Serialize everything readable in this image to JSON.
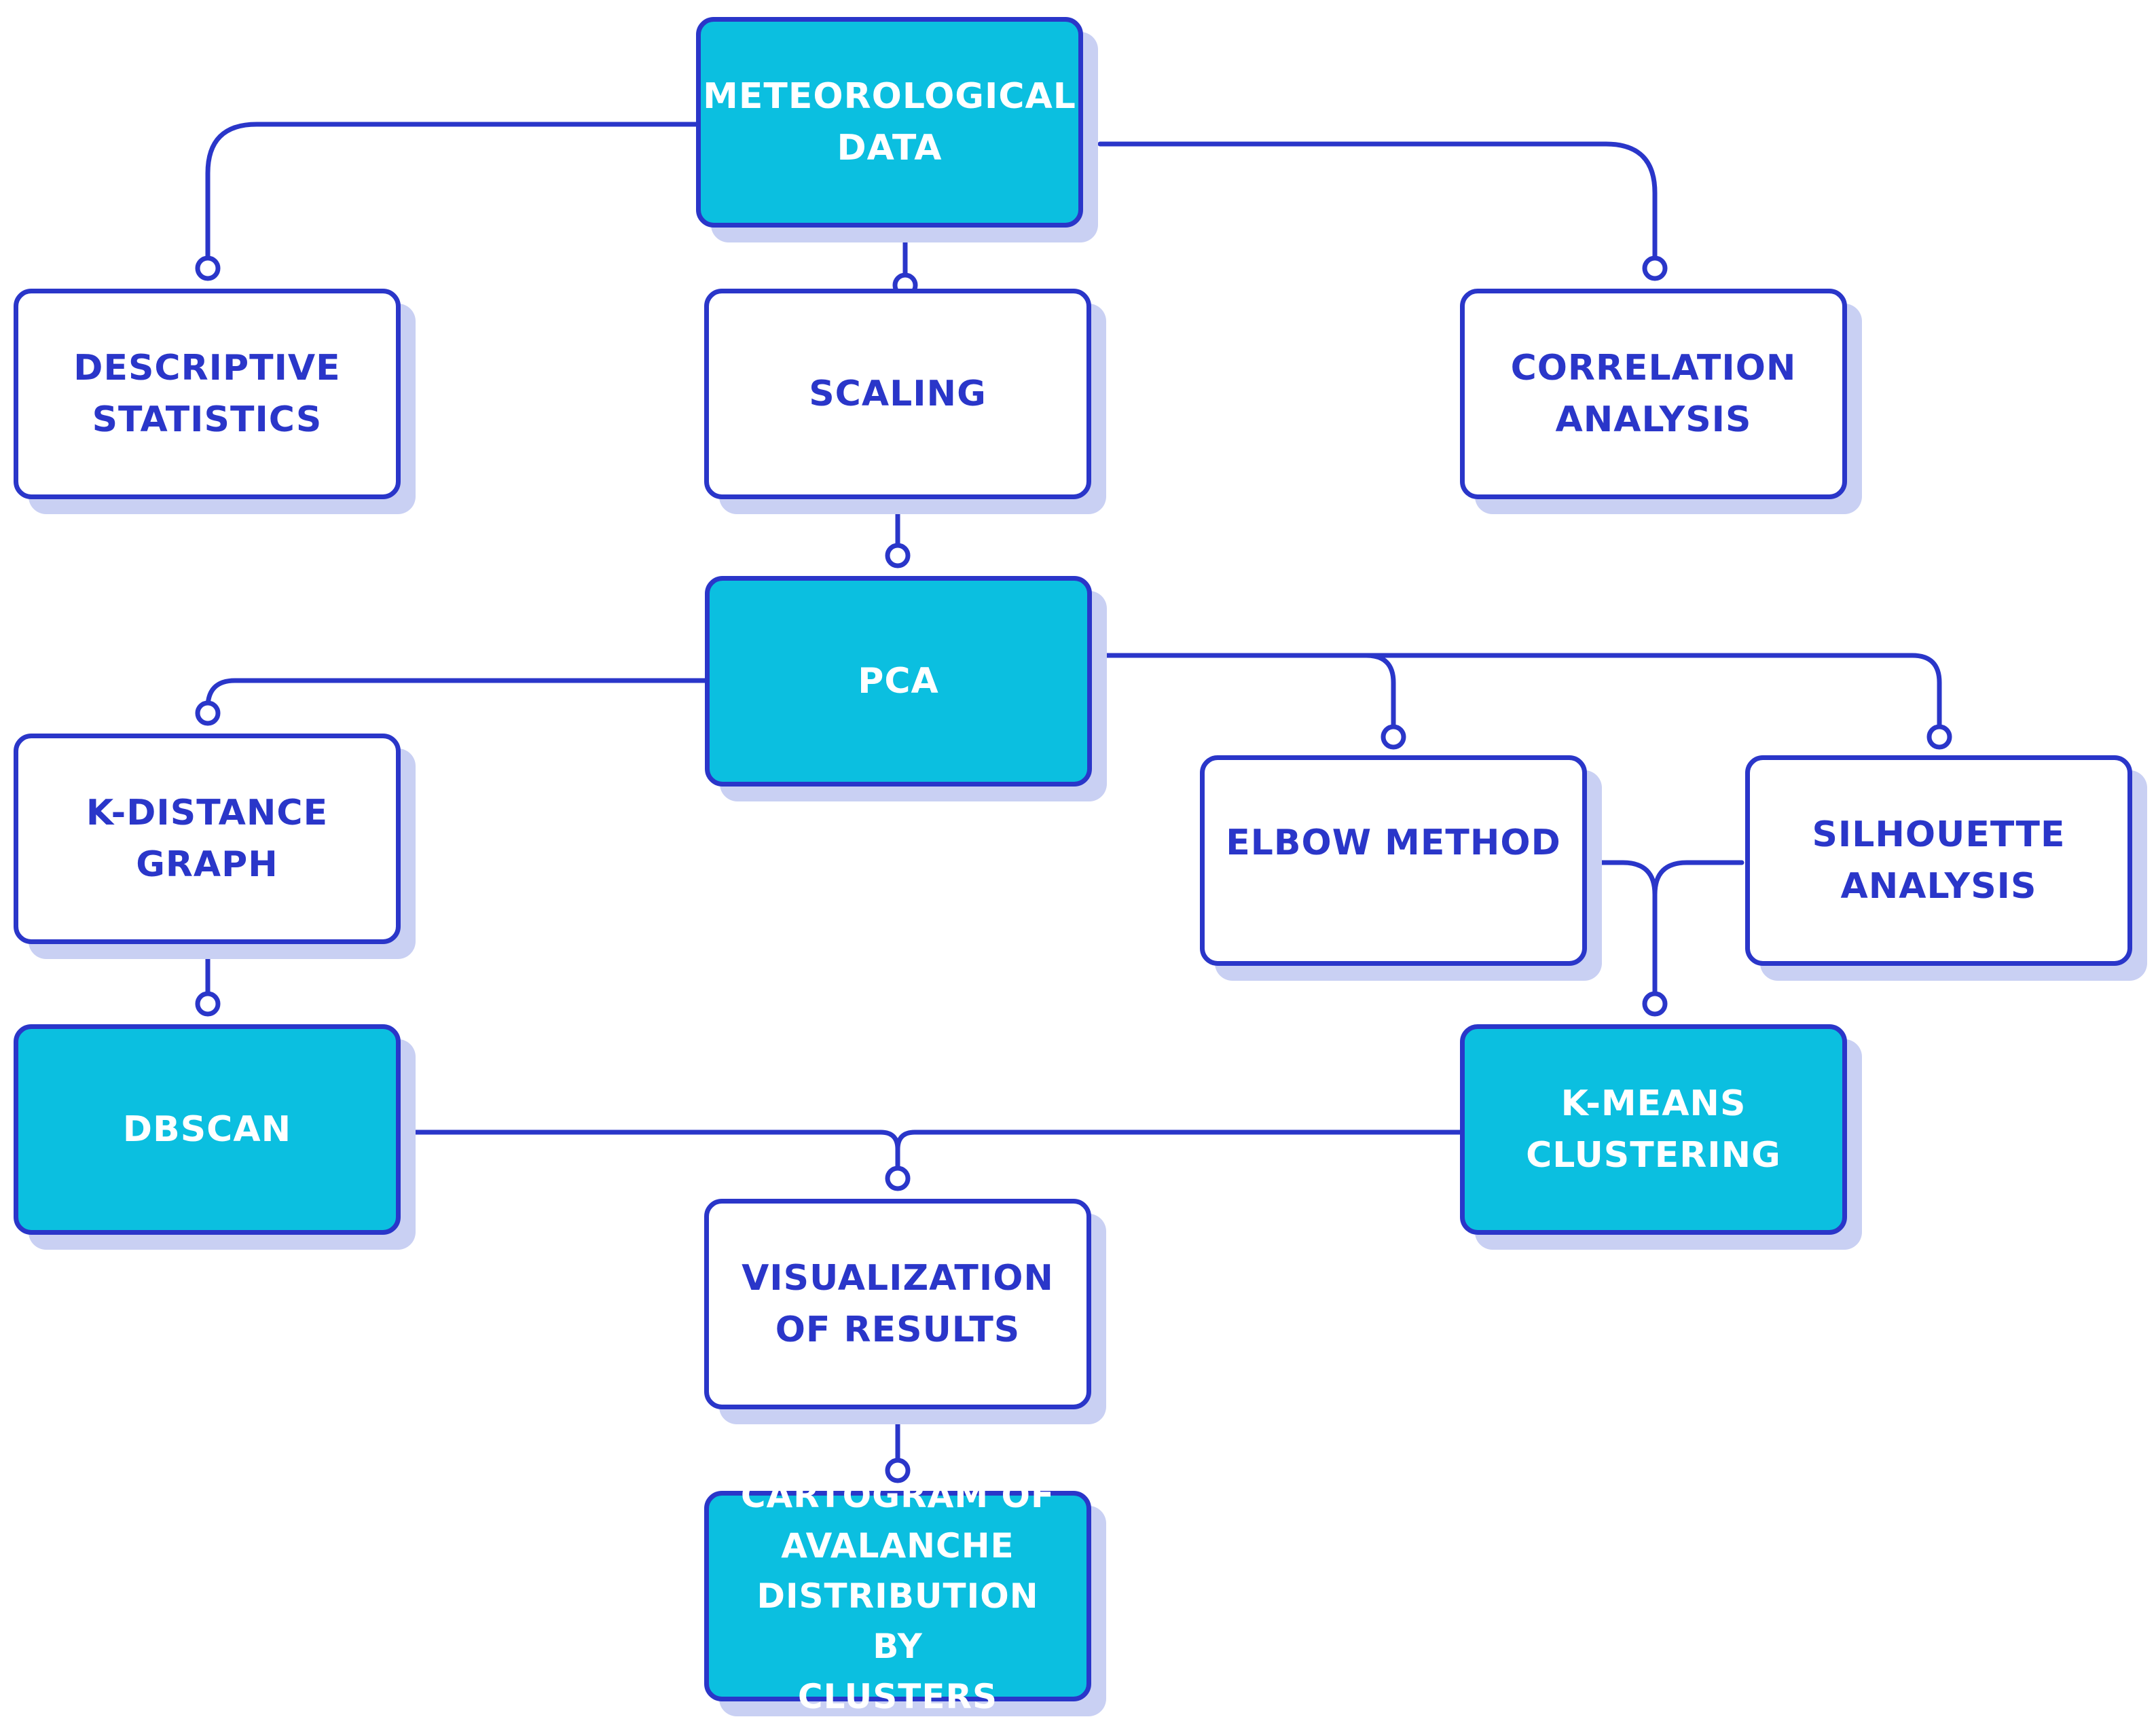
{
  "diagram": {
    "nodes": [
      {
        "id": "meteorological-data",
        "label": "METEOROLOGICAL\nDATA",
        "filled": true
      },
      {
        "id": "descriptive-statistics",
        "label": "DESCRIPTIVE\nSTATISTICS",
        "filled": false
      },
      {
        "id": "scaling",
        "label": "SCALING",
        "filled": false
      },
      {
        "id": "correlation-analysis",
        "label": "CORRELATION\nANALYSIS",
        "filled": false
      },
      {
        "id": "pca",
        "label": "PCA",
        "filled": true
      },
      {
        "id": "k-distance-graph",
        "label": "K-DISTANCE\nGRAPH",
        "filled": false
      },
      {
        "id": "elbow-method",
        "label": "ELBOW METHOD",
        "filled": false
      },
      {
        "id": "silhouette-analysis",
        "label": "SILHOUETTE\nANALYSIS",
        "filled": false
      },
      {
        "id": "dbscan",
        "label": "DBSCAN",
        "filled": true
      },
      {
        "id": "k-means-clustering",
        "label": "K-MEANS\nCLUSTERING",
        "filled": true
      },
      {
        "id": "visualization-of-results",
        "label": "VISUALIZATION\nOF RESULTS",
        "filled": false
      },
      {
        "id": "cartogram",
        "label": "CARTOGRAM OF\nAVALANCHE\nDISTRIBUTION BY\nCLUSTERS",
        "filled": true
      }
    ],
    "edges": [
      {
        "from": "meteorological-data",
        "to": "descriptive-statistics"
      },
      {
        "from": "meteorological-data",
        "to": "scaling"
      },
      {
        "from": "meteorological-data",
        "to": "correlation-analysis"
      },
      {
        "from": "scaling",
        "to": "pca"
      },
      {
        "from": "pca",
        "to": "k-distance-graph"
      },
      {
        "from": "pca",
        "to": "elbow-method"
      },
      {
        "from": "pca",
        "to": "silhouette-analysis"
      },
      {
        "from": "k-distance-graph",
        "to": "dbscan"
      },
      {
        "from": "elbow-method",
        "to": "k-means-clustering"
      },
      {
        "from": "silhouette-analysis",
        "to": "k-means-clustering"
      },
      {
        "from": "dbscan",
        "to": "visualization-of-results"
      },
      {
        "from": "k-means-clustering",
        "to": "visualization-of-results"
      },
      {
        "from": "visualization-of-results",
        "to": "cartogram"
      }
    ]
  },
  "colors": {
    "line": "#2a36c9",
    "fill": "#0bbfe0",
    "shadow": "#c9d0f3",
    "background": "#ffffff"
  }
}
